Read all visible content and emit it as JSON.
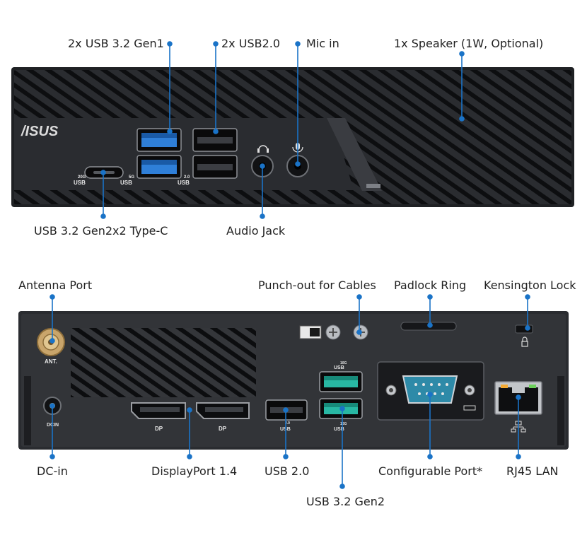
{
  "front": {
    "brand_logo": "/ISUS",
    "callouts_top": [
      "2x USB 3.2 Gen1",
      "2x USB2.0",
      "Mic in",
      "1x Speaker (1W, Optional)"
    ],
    "callouts_bottom": [
      "USB 3.2 Gen2x2 Type-C",
      "Audio Jack"
    ],
    "port_marks": {
      "typec": "20G",
      "typec_usb": "USB",
      "usb5g": "5G",
      "usb5g_usb": "USB",
      "usb20": "2.0",
      "usb20_usb": "USB"
    }
  },
  "rear": {
    "callouts_top": [
      "Antenna Port",
      "Punch-out for Cables",
      "Padlock Ring",
      "Kensington Lock"
    ],
    "callouts_bottom": [
      "DC-in",
      "DisplayPort 1.4",
      "USB 2.0",
      "Configurable Port*",
      "RJ45 LAN",
      "USB 3.2 Gen2"
    ],
    "port_marks": {
      "ant": "ANT.",
      "dcin": "DCIN",
      "dp1": "DP",
      "dp2": "DP",
      "usb2_ver": "2.0",
      "usb2": "USB",
      "usb10_top_ver": "10G",
      "usb10_top": "USB",
      "usb10_bot_ver": "10G",
      "usb10_bot": "USB"
    }
  },
  "colors": {
    "accent": "#1a73c7",
    "chassis": "#2b2d31",
    "usb3_blue": "#2f7fd8",
    "usb_teal": "#28b7a3"
  }
}
